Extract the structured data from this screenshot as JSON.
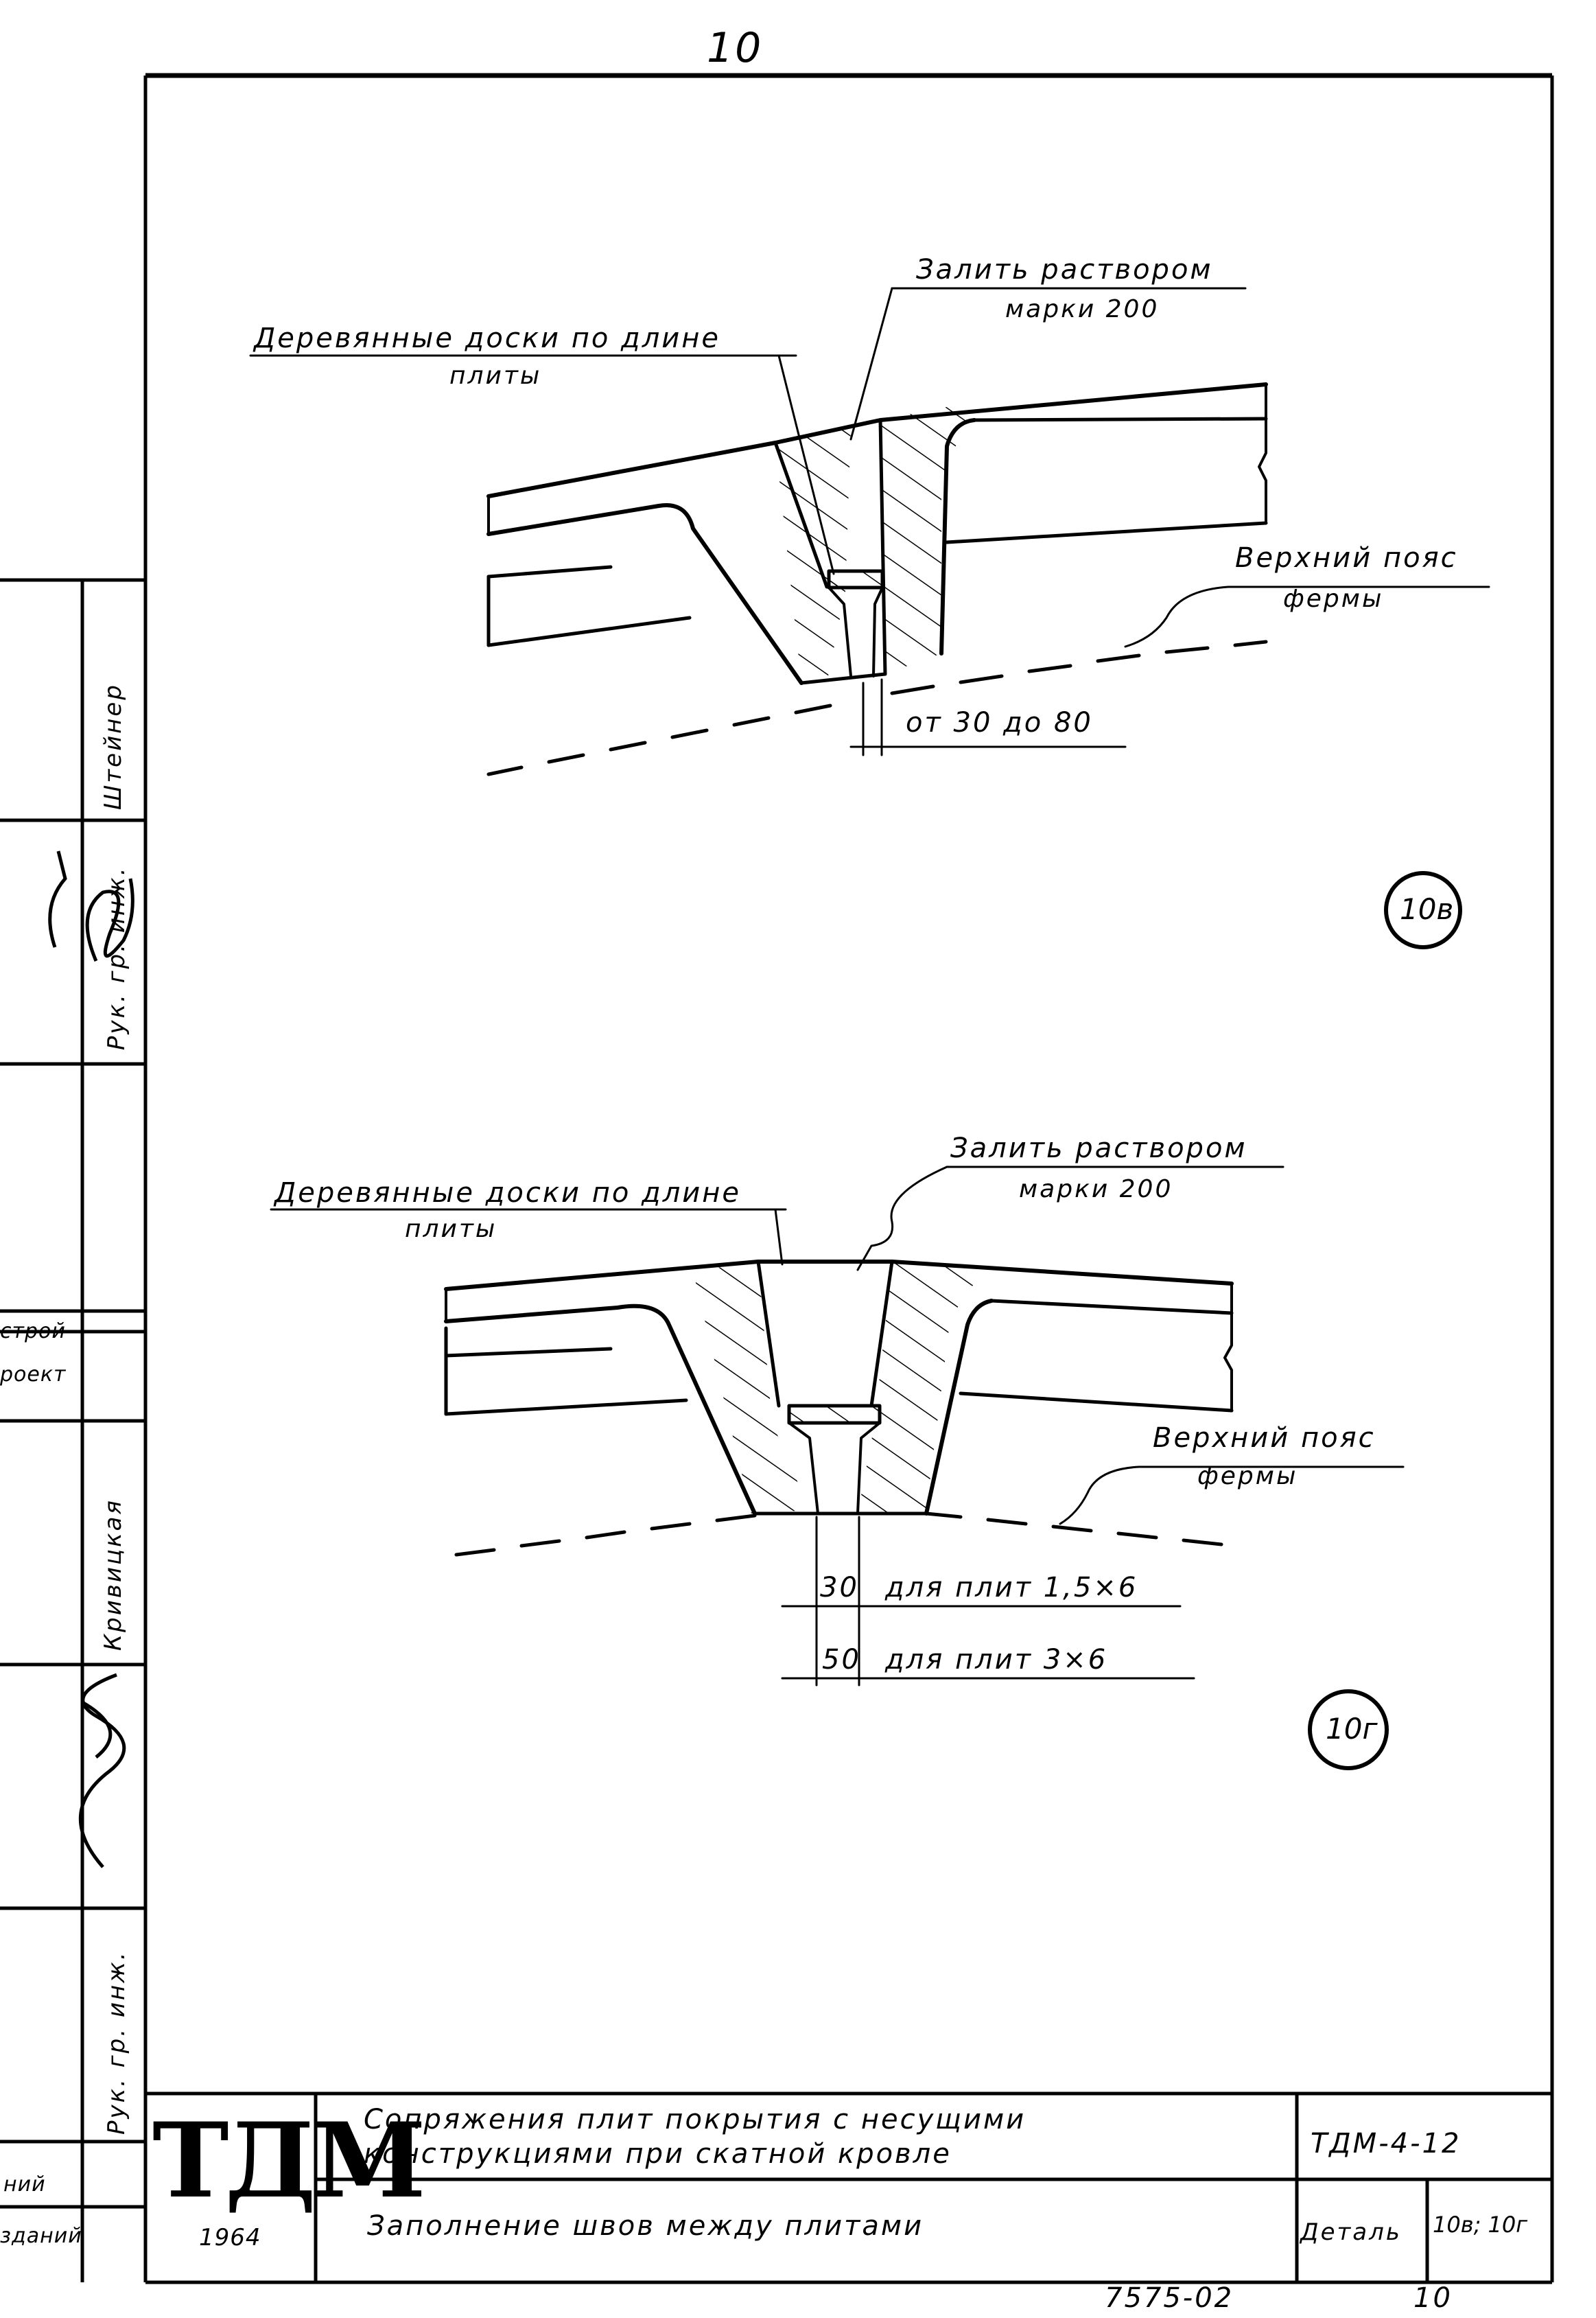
{
  "sheet": {
    "page_number_top": "10",
    "page_number_bottom": "10",
    "archive_number": "7575-02"
  },
  "detail_top": {
    "label_boards": [
      "Деревянные доски по длине",
      "плиты"
    ],
    "label_fill": [
      "Залить раствором",
      "марки 200"
    ],
    "label_truss": [
      "Верхний пояс",
      "фермы"
    ],
    "gap_note": "от 30 до 80",
    "marker": "10в"
  },
  "detail_bottom": {
    "label_boards": [
      "Деревянные доски по длине",
      "плиты"
    ],
    "label_fill": [
      "Залить раствором",
      "марки 200"
    ],
    "label_truss": [
      "Верхний пояс",
      "фермы"
    ],
    "dim_1_value": "30",
    "dim_1_text": "для плит 1,5×6",
    "dim_2_value": "50",
    "dim_2_text": "для плит 3×6",
    "marker": "10г"
  },
  "side_stamp": {
    "cells": [
      "Штейнер",
      "Рук. гр. инж.",
      "Кривицкая",
      "Рук. гр. инж."
    ],
    "org_fragment_1": "строй-",
    "org_fragment_2": "роект",
    "bottom_fragment_1": "ний",
    "bottom_fragment_2": "зданий"
  },
  "title_block": {
    "logo": "ТДМ",
    "year": "1964",
    "title_line1": "Сопряжения плит покрытия с несущими",
    "title_line2": "конструкциями при скатной кровле",
    "subtitle": "Заполнение швов между плитами",
    "series": "ТДМ-4-12",
    "detail_label": "Деталь",
    "detail_value": "10в; 10г"
  }
}
